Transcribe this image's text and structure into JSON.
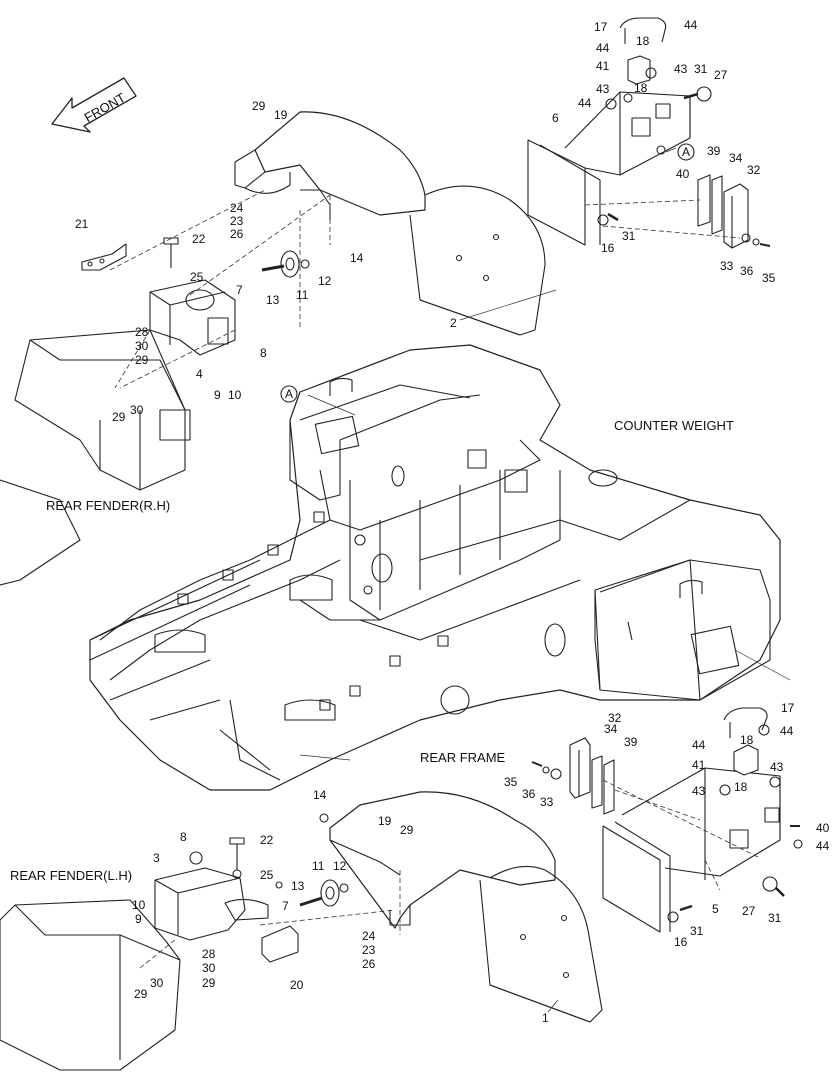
{
  "diagram": {
    "labels": {
      "front": "FRONT",
      "counter_weight": "COUNTER WEIGHT",
      "rear_fender_rh": "REAR FENDER(R.H)",
      "rear_fender_lh": "REAR FENDER(L.H)",
      "rear_frame": "REAR FRAME",
      "detail_a": "A"
    },
    "callouts": {
      "p1": "1",
      "p2": "2",
      "p3": "3",
      "p4": "4",
      "p5": "5",
      "p6": "6",
      "p7": "7",
      "p8": "8",
      "p9": "9",
      "p10": "10",
      "p11": "11",
      "p12": "12",
      "p13": "13",
      "p14": "14",
      "p16": "16",
      "p17": "17",
      "p18": "18",
      "p19": "19",
      "p20": "20",
      "p21": "21",
      "p22": "22",
      "p23": "23",
      "p24": "24",
      "p25": "25",
      "p26": "26",
      "p27": "27",
      "p28": "28",
      "p29": "29",
      "p30": "30",
      "p31": "31",
      "p32": "32",
      "p33": "33",
      "p34": "34",
      "p35": "35",
      "p36": "36",
      "p39": "39",
      "p40": "40",
      "p41": "41",
      "p43": "43",
      "p44": "44"
    }
  }
}
